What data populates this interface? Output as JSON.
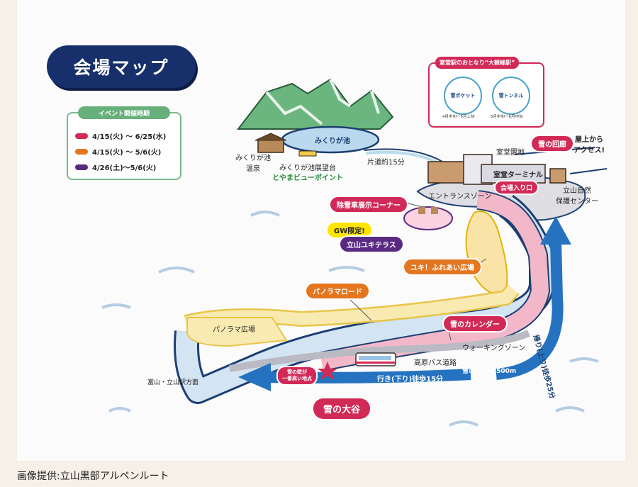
{
  "title": "会場マップ",
  "legend": {
    "heading": "イベント開催時期",
    "items": [
      {
        "label": "4/15(火) ～ 6/25(水)",
        "color": "#d12a57"
      },
      {
        "label": "4/15(火) ～ 5/6(火)",
        "color": "#e3761f"
      },
      {
        "label": "4/26(土)～5/6(火)",
        "color": "#5a2a83"
      }
    ]
  },
  "station_box": {
    "heading": "室堂駅のおとなり“大観峰駅”",
    "items": [
      {
        "name": "雪ポケット",
        "dates": "4月中旬～5月上旬"
      },
      {
        "name": "雪トンネル",
        "dates": "5月中旬～6月中旬"
      }
    ]
  },
  "places": {
    "mikurigaike": "みくりが池",
    "onsen": "みくりが池\n温泉",
    "observatory": "みくりが池展望台",
    "toyama_view": "とやまビューポイント",
    "walk15": "片道約15分",
    "murodo_sanchi": "室堂園地",
    "terminal": "室堂ターミナル",
    "entrance": "会場入り口",
    "rooftop": "屋上から\nアクセス!",
    "nature_center": "立山自然\n保護センター",
    "entrance_zone": "エントランスゾーン",
    "panorama_square": "パノラマ広場",
    "toyama_dir": "富山・立山駅方面",
    "walking_zone": "ウォーキングゾーン",
    "bus_road": "高原バス道路",
    "down_walk": "行き(下り)徒歩15分",
    "otani_len": "雪の大谷 約500m",
    "up_walk": "帰り(上り)徒歩25分",
    "highest_wall": "雪の壁が\n一番高い地点"
  },
  "tags": {
    "snow_corridor": "雪の回廊",
    "snow_removal": "除雪車展示コーナー",
    "gw_limited": "GW限定!",
    "yuki_terrace": "立山ユキテラス",
    "fureai": "ユキ！ふれあい広場",
    "panorama_road": "パノラマロード",
    "calendar": "雪のカレンダー",
    "otani": "雪の大谷"
  },
  "credit": "画像提供:立山黒部アルペンルート"
}
